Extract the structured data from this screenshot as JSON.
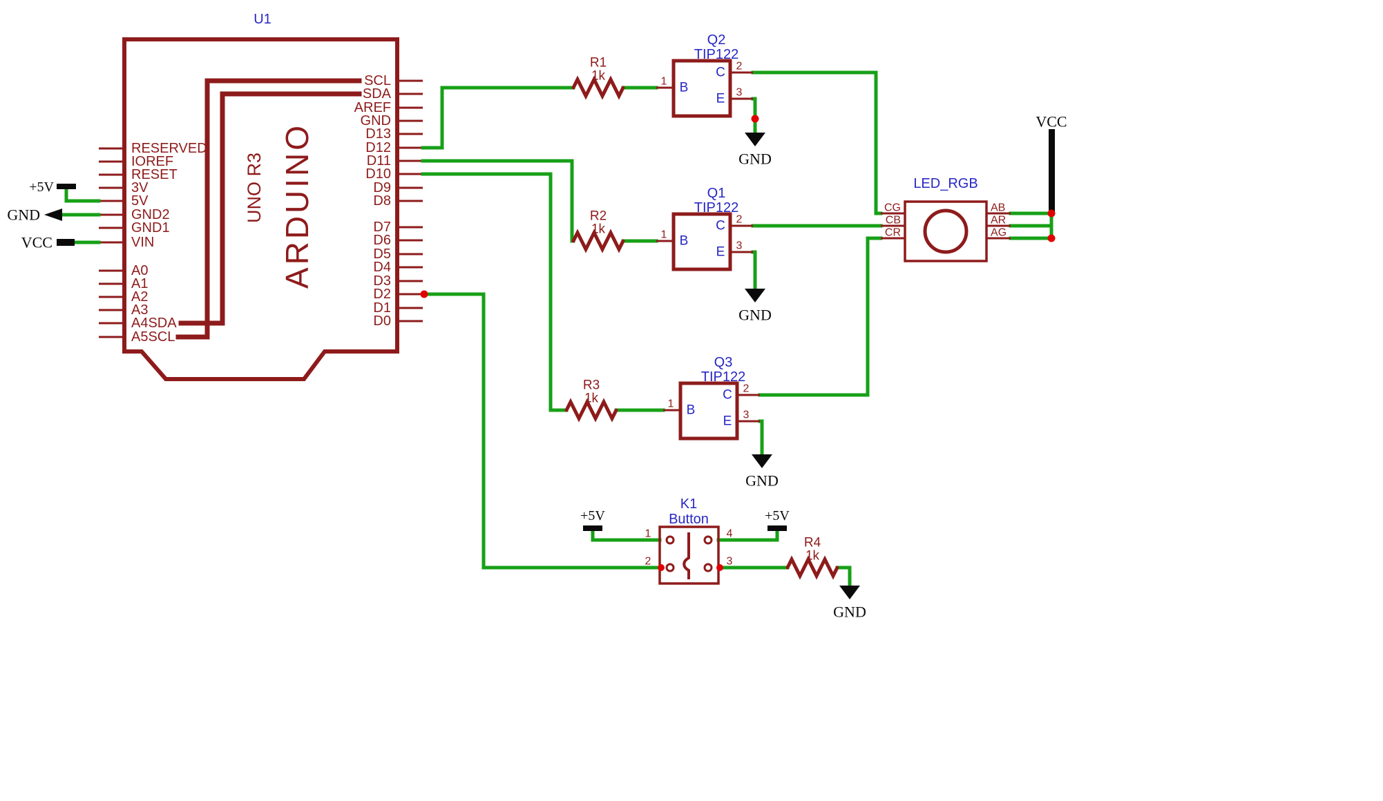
{
  "colors": {
    "bg": "#ffffff",
    "component": "#8e1b1b",
    "wire": "#17a017",
    "ref_blue": "#2727c4",
    "text_dark_red": "#8e1b1b",
    "supply_black": "#0a0a0a",
    "junction_red": "#e00000"
  },
  "arduino": {
    "ref": "U1",
    "name": "ARDUINO",
    "variant": "UNO R3",
    "left_pins": [
      "RESERVED",
      "IOREF",
      "RESET",
      "3V",
      "5V",
      "GND2",
      "GND1",
      "VIN",
      "A0",
      "A1",
      "A2",
      "A3",
      "A4SDA",
      "A5SCL"
    ],
    "right_pins": [
      "SCL",
      "SDA",
      "AREF",
      "GND",
      "D13",
      "D12",
      "D11",
      "D10",
      "D9",
      "D8",
      "D7",
      "D6",
      "D5",
      "D4",
      "D3",
      "D2",
      "D1",
      "D0"
    ]
  },
  "transistors": [
    {
      "ref": "Q2",
      "value": "TIP122"
    },
    {
      "ref": "Q1",
      "value": "TIP122"
    },
    {
      "ref": "Q3",
      "value": "TIP122"
    }
  ],
  "transistor_pins": {
    "b": "B",
    "c": "C",
    "e": "E",
    "n1": "1",
    "n2": "2",
    "n3": "3"
  },
  "resistors": [
    {
      "ref": "R1",
      "value": "1k"
    },
    {
      "ref": "R2",
      "value": "1k"
    },
    {
      "ref": "R3",
      "value": "1k"
    },
    {
      "ref": "R4",
      "value": "1k"
    }
  ],
  "led": {
    "ref": "LED_RGB",
    "cathodes": [
      "CG",
      "CB",
      "CR"
    ],
    "anodes": [
      "AB",
      "AR",
      "AG"
    ]
  },
  "button": {
    "ref": "K1",
    "value": "Button",
    "n1": "1",
    "n2": "2",
    "n3": "3",
    "n4": "4"
  },
  "supplies": {
    "plus5v": "+5V",
    "gnd": "GND",
    "vcc": "VCC"
  }
}
